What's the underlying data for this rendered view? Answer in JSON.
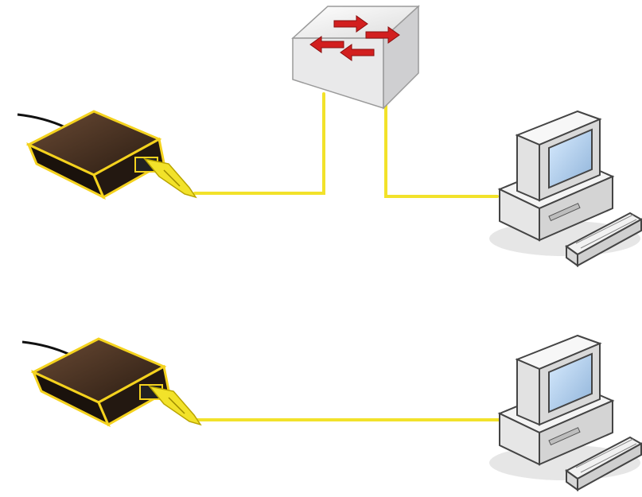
{
  "diagram": {
    "type": "network-connection",
    "nodes": [
      {
        "id": "device-top",
        "icon": "network-adapter-icon"
      },
      {
        "id": "switch",
        "icon": "network-switch-icon"
      },
      {
        "id": "computer-top",
        "icon": "desktop-computer-icon"
      },
      {
        "id": "device-bottom",
        "icon": "network-adapter-icon"
      },
      {
        "id": "computer-bottom",
        "icon": "desktop-computer-icon"
      }
    ],
    "edges": [
      {
        "from": "device-top",
        "to": "switch"
      },
      {
        "from": "switch",
        "to": "computer-top"
      },
      {
        "from": "device-bottom",
        "to": "computer-bottom"
      }
    ]
  },
  "colors": {
    "cable": "#f2e22a",
    "device_body": "#3b2a1e",
    "device_trim": "#f4d21e",
    "switch_body": "#e9e9ea",
    "switch_arrows": "#d21f1f",
    "computer_body": "#e8e8e8",
    "computer_screen": "#a8c8e8"
  }
}
